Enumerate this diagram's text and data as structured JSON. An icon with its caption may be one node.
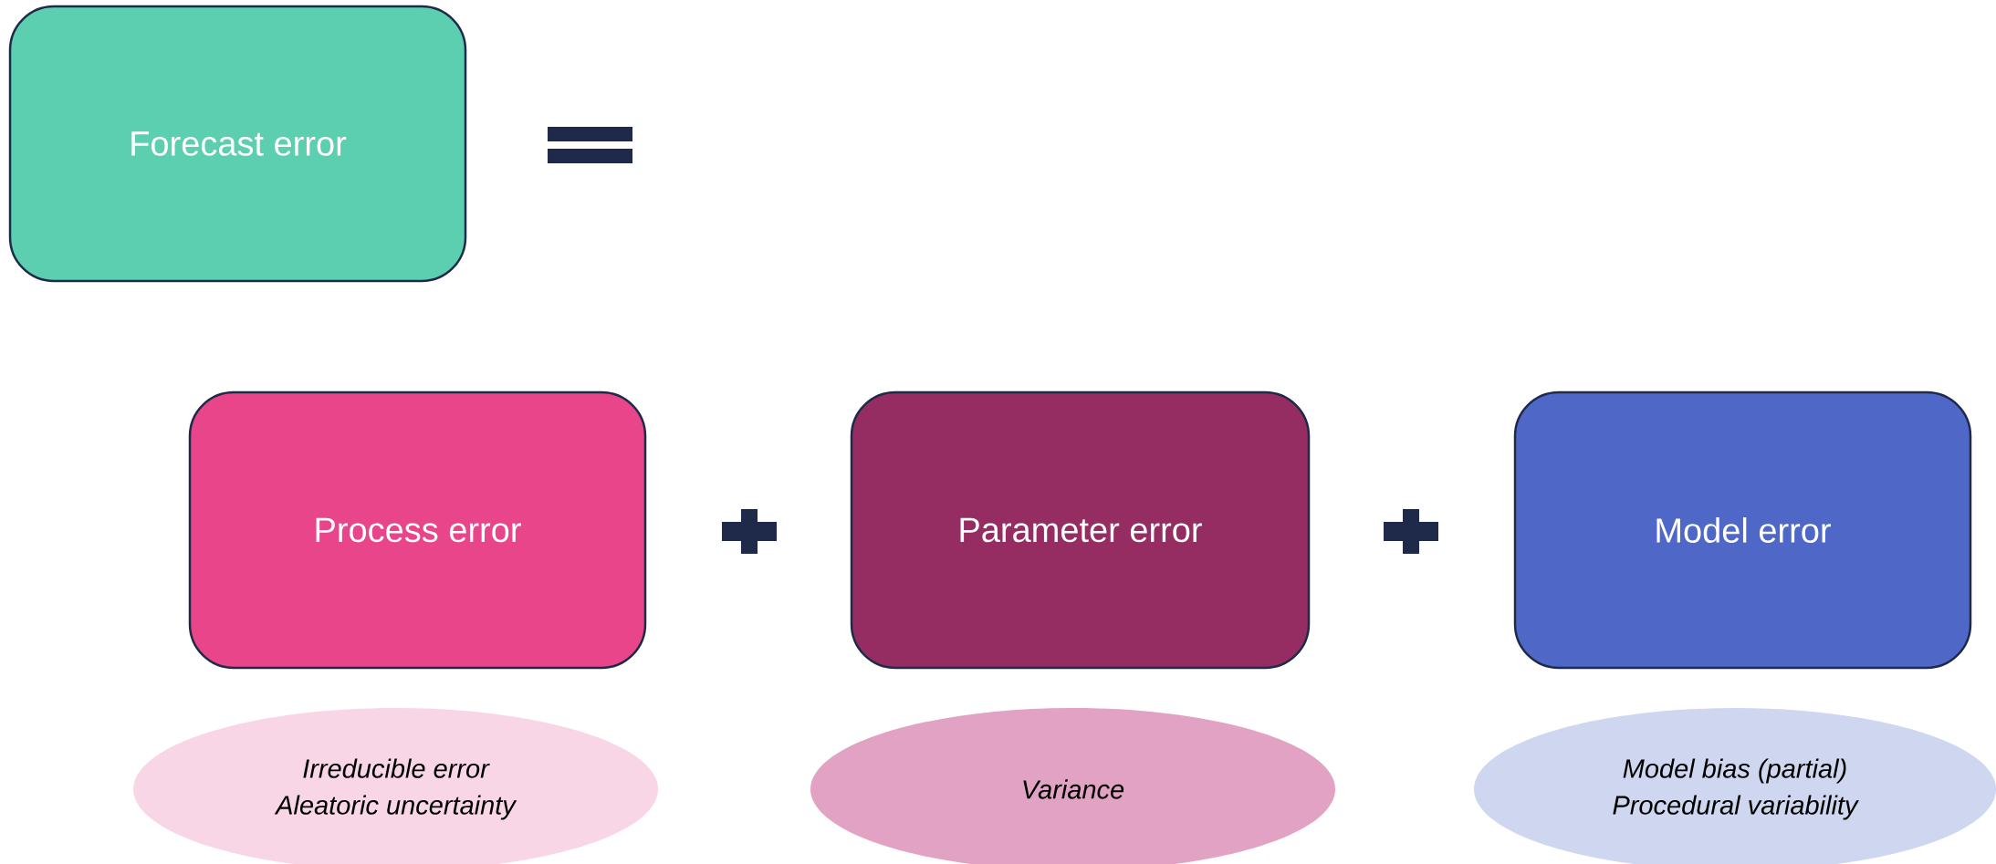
{
  "diagram": {
    "nodes": [
      {
        "text": [
          "Forecast error"
        ]
      },
      {
        "text": [
          "Process error"
        ]
      },
      {
        "text": [
          "Parameter error"
        ]
      },
      {
        "text": [
          "Model error"
        ]
      },
      {
        "text": [
          "Irreducible error",
          "Aleatoric uncertainty"
        ]
      },
      {
        "text": [
          "Variance"
        ]
      },
      {
        "text": [
          "Model bias (partial)",
          "Procedural variability"
        ]
      }
    ]
  }
}
